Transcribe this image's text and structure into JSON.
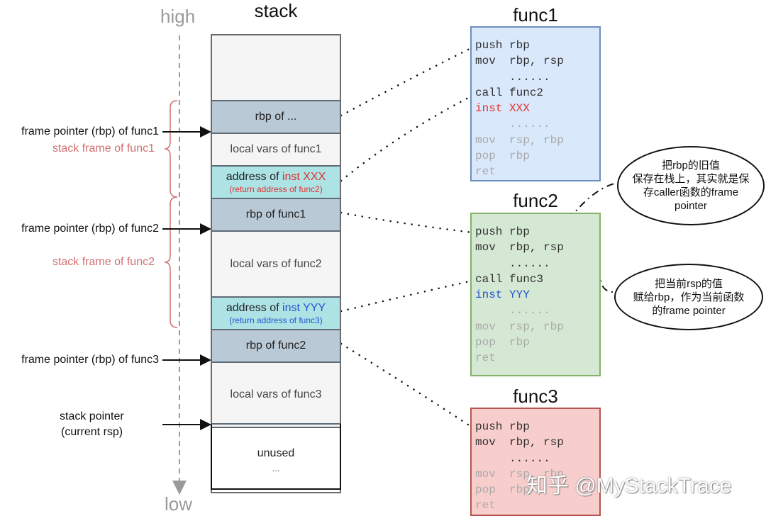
{
  "axis": {
    "high": "high",
    "low": "low"
  },
  "stack": {
    "title": "stack",
    "cells": [
      {
        "kind": "empty",
        "text": ""
      },
      {
        "kind": "rbp",
        "text": "rbp of ..."
      },
      {
        "kind": "local",
        "text": "local vars of func1"
      },
      {
        "kind": "ret",
        "prefix": "address of ",
        "inst": "inst XXX",
        "sub": "(return address of func2)",
        "color": "#e03030"
      },
      {
        "kind": "rbp",
        "text": "rbp of func1"
      },
      {
        "kind": "local",
        "text": "local vars of func2"
      },
      {
        "kind": "ret",
        "prefix": "address of ",
        "inst": "inst YYY",
        "sub": "(return address of func3)",
        "color": "#2255cc"
      },
      {
        "kind": "rbp",
        "text": "rbp of func2"
      },
      {
        "kind": "local",
        "text": "local vars of func3"
      },
      {
        "kind": "unused",
        "text": "unused",
        "sub": "..."
      }
    ]
  },
  "left_labels": {
    "fp_func1": "frame pointer (rbp) of func1",
    "frame_func1": "stack frame of func1",
    "fp_func2": "frame pointer (rbp) of func2",
    "frame_func2": "stack frame of func2",
    "fp_func3": "frame pointer (rbp) of func3",
    "sp_line1": "stack pointer",
    "sp_line2": "(current rsp)"
  },
  "functions": [
    {
      "name": "func1",
      "bg": "#dae8fc",
      "border": "#6c8ebf",
      "lines": [
        {
          "text": "push rbp",
          "style": "normal"
        },
        {
          "text": "mov  rbp, rsp",
          "style": "normal"
        },
        {
          "text": "     ......",
          "style": "normal"
        },
        {
          "text": "call func2",
          "style": "normal"
        },
        {
          "text": "inst XXX",
          "style": "red"
        },
        {
          "text": "     ......",
          "style": "faded"
        },
        {
          "text": "mov  rsp, rbp",
          "style": "faded"
        },
        {
          "text": "pop  rbp",
          "style": "faded"
        },
        {
          "text": "ret",
          "style": "faded"
        }
      ]
    },
    {
      "name": "func2",
      "bg": "#d5e8d4",
      "border": "#82b366",
      "lines": [
        {
          "text": "push rbp",
          "style": "normal"
        },
        {
          "text": "mov  rbp, rsp",
          "style": "normal"
        },
        {
          "text": "     ......",
          "style": "normal"
        },
        {
          "text": "call func3",
          "style": "normal"
        },
        {
          "text": "inst YYY",
          "style": "blue"
        },
        {
          "text": "     ......",
          "style": "faded"
        },
        {
          "text": "mov  rsp, rbp",
          "style": "faded"
        },
        {
          "text": "pop  rbp",
          "style": "faded"
        },
        {
          "text": "ret",
          "style": "faded"
        }
      ]
    },
    {
      "name": "func3",
      "bg": "#f8cecc",
      "border": "#b85450",
      "lines": [
        {
          "text": "push rbp",
          "style": "normal"
        },
        {
          "text": "mov  rbp, rsp",
          "style": "normal"
        },
        {
          "text": "     ......",
          "style": "normal"
        },
        {
          "text": "mov  rsp, rbp",
          "style": "faded"
        },
        {
          "text": "pop  rbp",
          "style": "faded"
        },
        {
          "text": "ret",
          "style": "faded"
        }
      ]
    }
  ],
  "bubbles": {
    "push_note": [
      "把rbp的旧值",
      "保存在栈上，其实就是保",
      "存caller函数的frame",
      "pointer"
    ],
    "mov_note": [
      "把当前rsp的值",
      "赋给rbp，作为当前函数",
      "的frame pointer"
    ]
  },
  "watermark": "知乎 @MyStackTrace",
  "colors": {
    "frame_label": "#d07070",
    "axis": "#9a9a9a"
  }
}
